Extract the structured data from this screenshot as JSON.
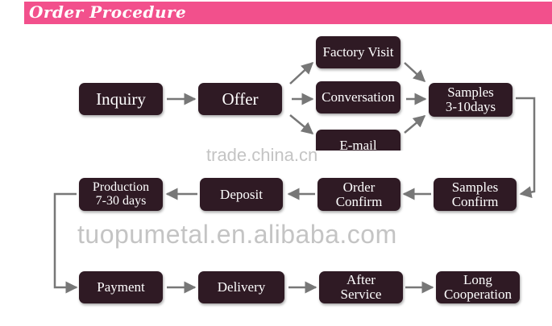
{
  "title": "Order Procedure",
  "watermarks": {
    "small": "trade.china.cn",
    "large": "tuopumetal.en.alibaba.com"
  },
  "colors": {
    "title_bar": "#f2508c",
    "node_fill": "#2f1a24",
    "node_text": "#ffffff",
    "arrow": "#777777"
  },
  "nodes": {
    "inquiry": "Inquiry",
    "offer": "Offer",
    "factory_visit": "Factory Visit",
    "conversation": "Conversation",
    "email": "E-mail",
    "samples": [
      "Samples",
      "3-10days"
    ],
    "samples_confirm": [
      "Samples",
      "Confirm"
    ],
    "order_confirm": [
      "Order",
      "Confirm"
    ],
    "deposit": "Deposit",
    "production": [
      "Production",
      "7-30 days"
    ],
    "payment": "Payment",
    "delivery": "Delivery",
    "after_service": [
      "After",
      "Service"
    ],
    "long_cooperation": [
      "Long",
      "Cooperation"
    ]
  }
}
